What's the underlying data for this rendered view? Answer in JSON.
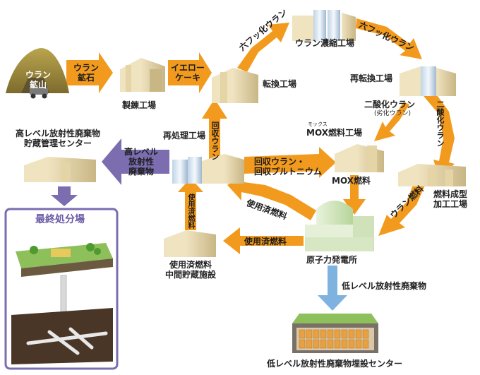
{
  "nodes": {
    "uranium_mine": [
      "ウラン",
      "鉱山"
    ],
    "refining_plant": "製錬工場",
    "conversion_plant": "転換工場",
    "enrichment_plant": "ウラン濃縮工場",
    "reconversion_plant": "再転換工場",
    "mox_plant_ruby": "モックス",
    "mox_plant": "MOX燃料工場",
    "fuel_fabrication": [
      "燃料成型",
      "加工工場"
    ],
    "reprocessing_plant": "再処理工場",
    "hlw_storage_center": [
      "高レベル放射性廃棄物",
      "貯蔵管理センター"
    ],
    "final_disposal": "最終処分場",
    "interim_storage": [
      "使用済燃料",
      "中間貯蔵施設"
    ],
    "nuclear_power_plant": "原子力発電所",
    "llw_disposal_center": "低レベル放射性廃棄物埋設センター"
  },
  "flows": {
    "uranium_ore": [
      "ウラン",
      "鉱石"
    ],
    "yellowcake": [
      "イエロー",
      "ケーキ"
    ],
    "uf6_to_enrichment": "六フッ化ウラン",
    "uf6_to_reconversion": "六フッ化ウラン",
    "uo2": "二酸化ウラン",
    "depleted_uranium": "(劣化ウラン)",
    "uo2_vertical": "二酸化ウラン",
    "recovered": [
      "回収ウラン・",
      "回収プルトニウム"
    ],
    "recovered_uranium": "回収ウラン",
    "mox_fuel": "MOX燃料",
    "uranium_fuel": "ウラン燃料",
    "spent_fuel_to_reprocessing": "使用済燃料",
    "spent_fuel_to_storage": "使用済燃料",
    "spent_fuel_vertical": "使用済燃料",
    "hlw": [
      "高レベル",
      "放射性",
      "廃棄物"
    ],
    "llw": "低レベル放射性廃棄物"
  },
  "colors": {
    "flow_arrow": "#F29A1E",
    "hlw_arrow": "#7B6DB0",
    "llw_arrow": "#7EB3E0",
    "building": "#D9C9A0",
    "building_shade": "#B9A677",
    "disposal_frame": "#7B6DB0",
    "disposal_title": "#6A5AA6",
    "mine": "#8C7A3A",
    "plant_dome": "#D6E9C4"
  }
}
